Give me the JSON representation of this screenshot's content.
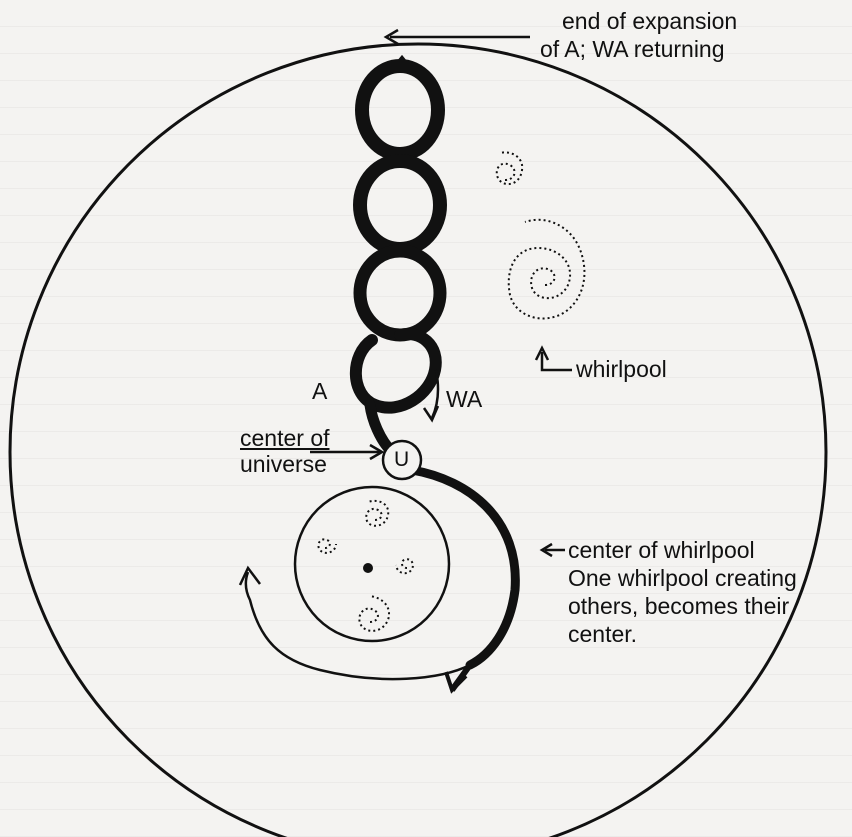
{
  "labels": {
    "end_expansion_line1": "end of expansion",
    "end_expansion_line2": "of A; WA returning",
    "whirlpool": "whirlpool",
    "A": "A",
    "WA": "WA",
    "center_of_universe_line1": "center of",
    "center_of_universe_line2": "universe",
    "U": "U",
    "center_of_whirlpool": "center of whirlpool",
    "caption_line1": "One whirlpool creating",
    "caption_line2": "others, becomes their",
    "caption_line3": "center."
  },
  "colors": {
    "ink": "#111111",
    "paper": "#f4f3f1"
  }
}
